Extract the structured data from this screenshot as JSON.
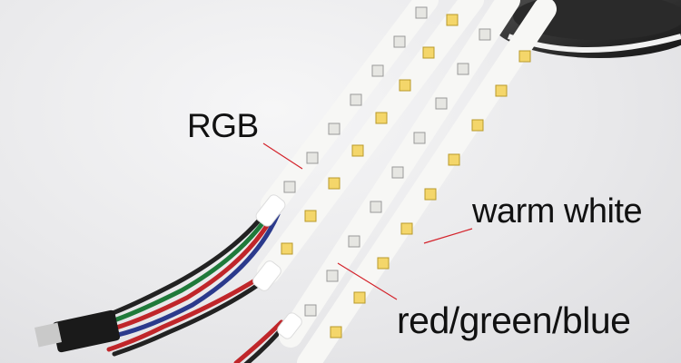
{
  "labels": {
    "rgb": "RGB",
    "warm_white": "warm white",
    "red_green_blue": "red/green/blue"
  },
  "colors": {
    "background": "#ececee",
    "strip": "#f7f7f5",
    "led_warm": "#f4d66a",
    "led_rgb": "#e8e8e4",
    "wire_red": "#c0262a",
    "wire_green": "#1f7a3a",
    "wire_black": "#222222",
    "heat_shrink": "#ffffff",
    "reel": "#1a1a1a"
  }
}
